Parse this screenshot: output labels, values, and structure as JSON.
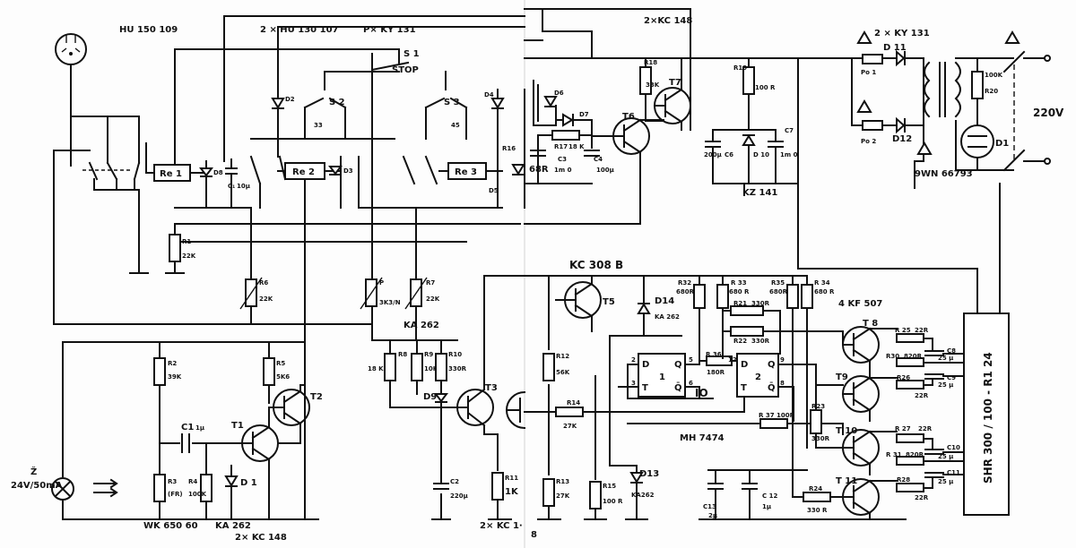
{
  "labels": {
    "hu150109": "HU 150 109",
    "hu130107": "2 × HU 130 107",
    "ky131_top": "P× KY 131",
    "kc148_top": "2×KC 148",
    "ky131_right": "2 × KY 131",
    "s1": "S 1",
    "stop": "STOP",
    "s2": "S 2",
    "s2_speed": "33",
    "s3": "S 3",
    "s3_speed": "45",
    "re1": "Re 1",
    "re2": "Re 2",
    "re3": "Re 3",
    "d2": "D2",
    "d3": "D3",
    "d4": "D4",
    "d5": "D5",
    "d6": "D6",
    "d7": "D7",
    "d8": "D8",
    "d9": "D9",
    "d10": "D 10",
    "d11": "D 11",
    "d12": "D12",
    "d13": "D13",
    "d14": "D14",
    "d1": "D 1",
    "d1_lamp": "D1",
    "c_left": "C₁",
    "c_left_val": "10μ",
    "r1": "R1",
    "r1_val": "22K",
    "r6": "R6",
    "r6_val": "22K",
    "p": "P",
    "p_val": "3K3/N",
    "r7": "R7",
    "r7_val": "22K",
    "r8": "R8",
    "r8_val": "18 K",
    "r9": "R9",
    "r9_val": "10K",
    "r10": "R10",
    "r10_val": "330R",
    "ka262_mid": "KA 262",
    "t3": "T3",
    "c2": "C2",
    "c2_val": "220μ",
    "r11": "R11",
    "r11_val": "1K",
    "kc_bottom": "2× KC 1·",
    "eight": "8",
    "r2": "R2",
    "r2_val": "39K",
    "r5": "R5",
    "r5_val": "5K6",
    "t2": "T2",
    "t1": "T1",
    "c1": "C1",
    "c1_val": "1μ",
    "r3": "R3",
    "r3_val": "(FR)",
    "r4": "R4",
    "r4_val": "100K",
    "lamp": "Ž",
    "lamp_val": "24V/50mA",
    "wk": "WK 650 60",
    "ka262_bottom": "KA 262",
    "kc148_bottom": "2× KC 148",
    "r18": "R18",
    "r18_val": "33K",
    "t7": "T7",
    "t6": "T6",
    "r17": "R17",
    "r17_val": "18 K",
    "r16": "R16",
    "r16_val": "68R",
    "c3": "C3",
    "c3_val": "1m 0",
    "c4": "C4",
    "c4_val": "100μ",
    "r19": "R19",
    "r19_val": "100 R",
    "c6": "C6",
    "c6_val": "200μ",
    "c7": "C7",
    "c7_val": "1m 0",
    "kz141": "KZ 141",
    "p1": "Po 1",
    "p2": "Po 2",
    "wn": "9WN 66793",
    "r20": "R20",
    "r20_val": "100K",
    "v220": "220V",
    "kc308": "KC 308 B",
    "t5": "T5",
    "ka262_d14": "KA 262",
    "r12": "R12",
    "r12_val": "56K",
    "r14": "R14",
    "r14_val": "27K",
    "r13": "R13",
    "r13_val": "27K",
    "r15": "R15",
    "r15_val": "100 R",
    "d13_val": "KA262",
    "r32": "R32",
    "r32_val": "680R",
    "r33": "R 33",
    "r33_val": "680 R",
    "r35": "R35",
    "r35_val": "680R",
    "r34": "R 34",
    "r34_val": "680 R",
    "r21": "R21",
    "r21_val": "330R",
    "r22": "R22",
    "r22_val": "330R",
    "r36": "R 36",
    "r36_val": "180R",
    "kf507": "4 KF 507",
    "ff_d1": "D",
    "ff_q1": "Q",
    "ff_t1": "T",
    "ff_qb1": "Q̄",
    "ff_n1": "1",
    "ff_d2": "D",
    "ff_q2": "Q",
    "ff_t2": "T",
    "ff_qb2": "Q̄",
    "ff_n2": "2",
    "io": "IO",
    "mh7474": "MH 7474",
    "pin2": "2",
    "pin3": "3",
    "pin5": "5",
    "pin6": "6",
    "pin8": "8",
    "pin9": "9",
    "pin12": "12",
    "r37": "R 37",
    "r37_val": "100R",
    "r23": "R23",
    "r23_val": "330R",
    "c13": "C13",
    "c13_val": "2μ",
    "c12": "C 12",
    "c12_val": "1μ",
    "r24": "R24",
    "r24_val": "330 R",
    "t8": "T 8",
    "t9": "T9",
    "t10": "T 10",
    "t11": "T 11",
    "r25": "R 25",
    "r25_val": "22R",
    "r30": "R30",
    "r30_val": "820R",
    "r26": "R26",
    "r26_val": "22R",
    "r27": "R 27",
    "r27_val": "22R",
    "r31": "R 31",
    "r31_val": "820R",
    "r28": "R28",
    "r28_val": "22R",
    "c8": "C8",
    "c8_val": "25 μ",
    "c9": "C9",
    "c9_val": "25 μ",
    "c10": "C10",
    "c10_val": "25 μ",
    "c11": "C11",
    "c11_val": "25 μ",
    "shr": "SHR 300 / 100 - R1  24"
  }
}
